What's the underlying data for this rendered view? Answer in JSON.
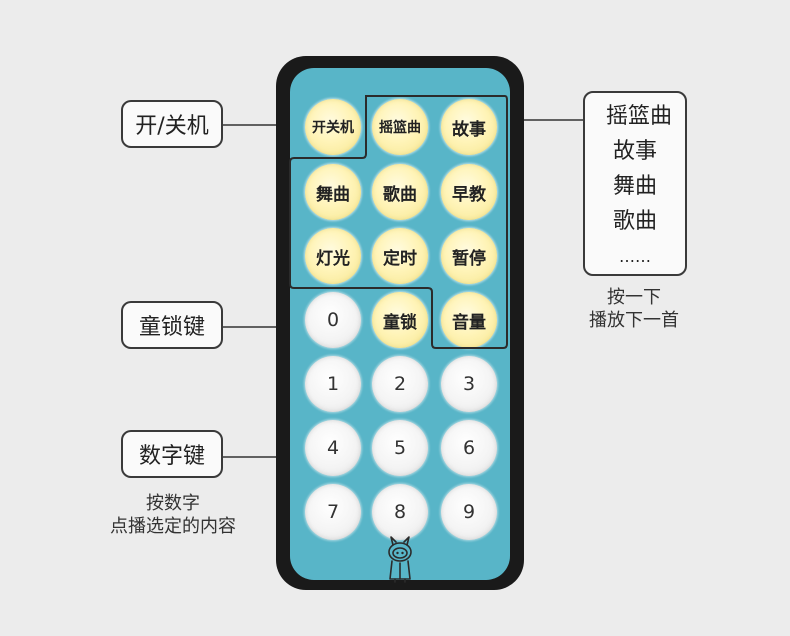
{
  "labels": {
    "power": "开/关机",
    "child_lock": "童锁键",
    "number_keys": "数字键"
  },
  "captions": {
    "numbers_line1": "按数字",
    "numbers_line2": "点播选定的内容",
    "list_line1": "按一下",
    "list_line2": "播放下一首"
  },
  "list": {
    "items": [
      "摇篮曲",
      "故事",
      "舞曲",
      "歌曲",
      "……"
    ]
  },
  "remote": {
    "row1": [
      "开关机",
      "摇篮曲",
      "故事"
    ],
    "row2": [
      "舞曲",
      "歌曲",
      "早教"
    ],
    "row3": [
      "灯光",
      "定时",
      "暂停"
    ],
    "row4": [
      "0",
      "童锁",
      "音量"
    ],
    "row5": [
      "1",
      "2",
      "3"
    ],
    "row6": [
      "4",
      "5",
      "6"
    ],
    "row7": [
      "7",
      "8",
      "9"
    ]
  },
  "colors": {
    "panel": "#58b5c8",
    "yellow_button": "#fff4b8",
    "white_button": "#f4f4f4",
    "remote_body": "#1a1a1a"
  }
}
